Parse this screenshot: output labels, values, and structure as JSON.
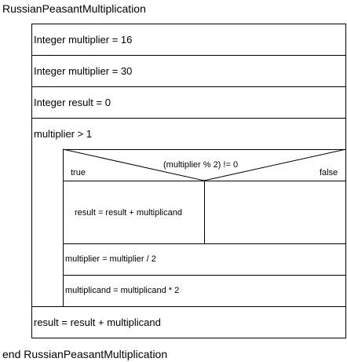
{
  "diagram": {
    "title": "RussianPeasantMultiplication",
    "footer": "end RussianPeasantMultiplication",
    "statements": [
      "Integer multiplier = 16",
      "Integer multiplier = 30",
      "Integer result = 0"
    ],
    "loop": {
      "condition": "multiplier > 1",
      "if_block": {
        "condition": "(multiplier % 2) != 0",
        "true_label": "true",
        "false_label": "false",
        "true_statement": "result = result + multiplicand",
        "false_statement": ""
      },
      "body_statements": [
        "multiplier = multiplier / 2",
        "multiplicand = multiplicand * 2"
      ]
    },
    "final_statement": "result = result + multiplicand"
  }
}
